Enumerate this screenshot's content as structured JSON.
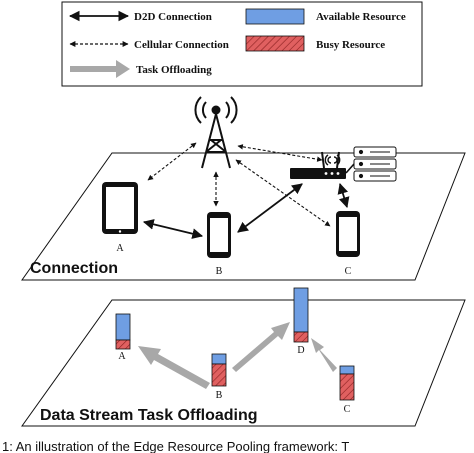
{
  "legend": {
    "d2d": "D2D Connection",
    "cellular": "Cellular Connection",
    "offloading": "Task Offloading",
    "available": "Available Resource",
    "busy": "Busy Resource"
  },
  "connection_plane": {
    "title": "Connection",
    "labels": {
      "a": "A",
      "b": "B",
      "c": "C"
    }
  },
  "offloading_plane": {
    "title": "Data Stream Task Offloading",
    "labels": {
      "a": "A",
      "b": "B",
      "c": "C",
      "d": "D"
    }
  },
  "caption": "1: An illustration of the Edge Resource Pooling framework: T",
  "colors": {
    "available": "#6f9ee3",
    "busy": "#e06060",
    "offload_arrow": "#a8a8a8"
  }
}
